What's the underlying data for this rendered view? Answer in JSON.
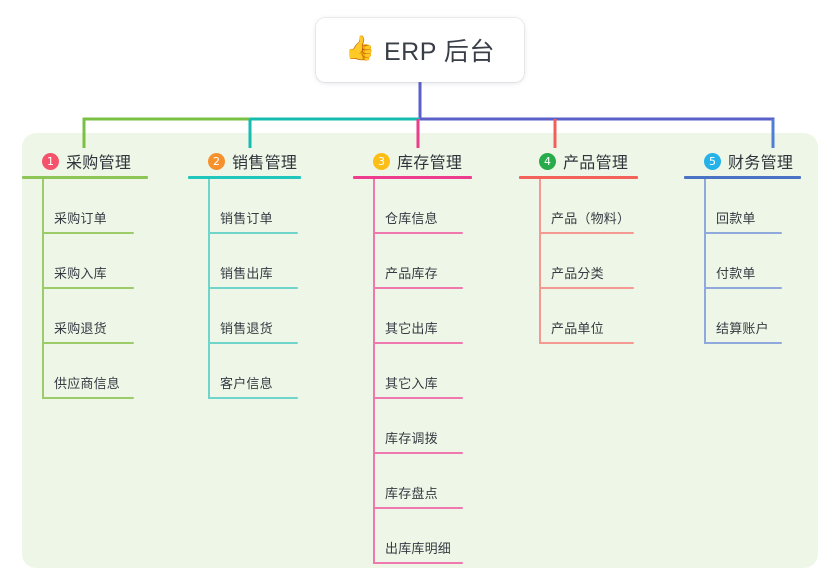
{
  "root": {
    "emoji": "👍",
    "emoji_name": "thumbs-up-emoji",
    "title": "ERP 后台"
  },
  "palette": {
    "panel_background": "#eef7e7",
    "page_background": "#ffffff",
    "text": "#353b43",
    "bus_green": "#7ac143",
    "bus_teal": "#14bdaf",
    "bus_purple": "#5b60c9",
    "drop_green": "#7ac143",
    "drop_teal": "#14bdaf",
    "drop_pink": "#ea3d8c",
    "drop_red": "#f2605b",
    "drop_blue": "#4f7fd4"
  },
  "columns": [
    {
      "index": "1",
      "badge_color": "#f4536b",
      "rule_color": "#8dc556",
      "leaf_rule_color": "#9ccb6a",
      "spine_color": "#9ccb6a",
      "title": "采购管理",
      "leaves": [
        {
          "label": "采购订单"
        },
        {
          "label": "采购入库"
        },
        {
          "label": "采购退货"
        },
        {
          "label": "供应商信息"
        }
      ]
    },
    {
      "index": "2",
      "badge_color": "#f6922e",
      "rule_color": "#21c7bd",
      "leaf_rule_color": "#6fd4c9",
      "spine_color": "#6fd4c9",
      "title": "销售管理",
      "leaves": [
        {
          "label": "销售订单"
        },
        {
          "label": "销售出库"
        },
        {
          "label": "销售退货"
        },
        {
          "label": "客户信息"
        }
      ]
    },
    {
      "index": "3",
      "badge_color": "#fcbe16",
      "rule_color": "#ee3d8f",
      "leaf_rule_color": "#ef79ae",
      "spine_color": "#ef79ae",
      "title": "库存管理",
      "leaves": [
        {
          "label": "仓库信息"
        },
        {
          "label": "产品库存"
        },
        {
          "label": "其它出库"
        },
        {
          "label": "其它入库"
        },
        {
          "label": "库存调拨"
        },
        {
          "label": "库存盘点"
        },
        {
          "label": "出库库明细"
        }
      ]
    },
    {
      "index": "4",
      "badge_color": "#27ab4b",
      "rule_color": "#f4625c",
      "leaf_rule_color": "#f59a93",
      "spine_color": "#f59a93",
      "title": "产品管理",
      "leaves": [
        {
          "label": "产品（物料）"
        },
        {
          "label": "产品分类"
        },
        {
          "label": "产品单位"
        }
      ]
    },
    {
      "index": "5",
      "badge_color": "#24b2e8",
      "rule_color": "#4a73c6",
      "leaf_rule_color": "#8fa9dd",
      "spine_color": "#8fa9dd",
      "title": "财务管理",
      "leaves": [
        {
          "label": "回款单"
        },
        {
          "label": "付款单"
        },
        {
          "label": "结算账户"
        }
      ]
    }
  ]
}
